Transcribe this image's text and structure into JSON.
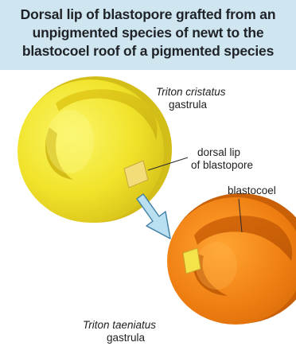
{
  "title": {
    "lines": [
      "Dorsal lip of blastopore grafted from an",
      "unpigmented species of newt to the",
      "blastocoel roof of a pigmented species"
    ]
  },
  "labels": {
    "triton_cristatus": "Triton cristatus",
    "triton_cristatus_sub": "gastrula",
    "dorsal_lip_line1": "dorsal lip",
    "dorsal_lip_line2": "of blastopore",
    "blastocoel": "blastocoel",
    "triton_taeniatus": "Triton taeniatus",
    "triton_taeniatus_sub": "gastrula"
  },
  "colors": {
    "banner": "#cfe6f1",
    "donor_embryo": "#f2e62a",
    "host_embryo": "#f07f12",
    "graft": "#f3dc7a",
    "arrow": "#b9dff0"
  }
}
